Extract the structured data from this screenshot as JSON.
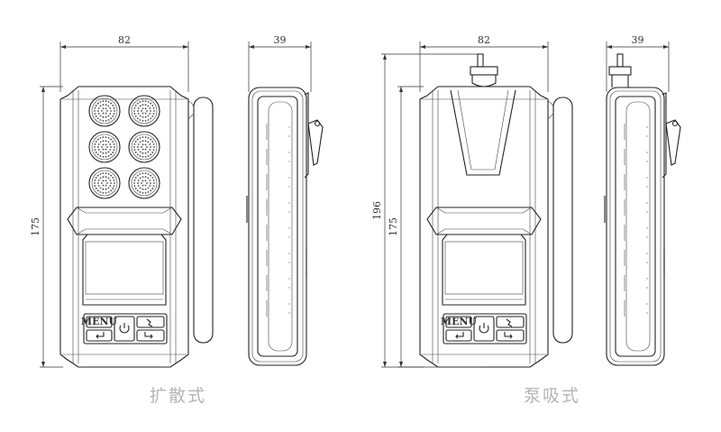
{
  "diffusion": {
    "caption": "扩散式",
    "front_width": "82",
    "side_width": "39",
    "height": "175",
    "menu_label": "MENU"
  },
  "pump": {
    "caption": "泵吸式",
    "front_width": "82",
    "side_width": "39",
    "height_total": "196",
    "height_body": "175",
    "menu_label": "MENU"
  },
  "colors": {
    "line": "#222222",
    "caption": "#b5b5b5",
    "background": "#ffffff"
  }
}
